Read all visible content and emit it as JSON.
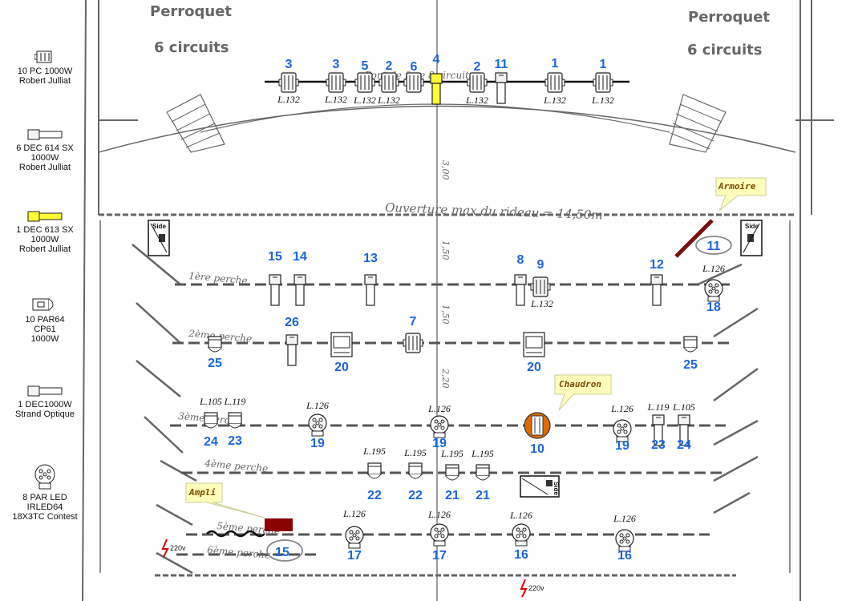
{
  "legend": [
    {
      "icon": "pc-fixture-icon",
      "lines": [
        "10 PC 1000W",
        "Robert Julliat"
      ]
    },
    {
      "icon": "profile-614-icon",
      "lines": [
        "6 DEC 614 SX",
        "1000W",
        "Robert Julliat"
      ]
    },
    {
      "icon": "profile-613-icon",
      "lines": [
        "1 DEC 613 SX",
        "1000W",
        "Robert Julliat"
      ]
    },
    {
      "icon": "par64-icon",
      "lines": [
        "10 PAR64",
        "CP61",
        "1000W"
      ]
    },
    {
      "icon": "profile-strand-icon",
      "lines": [
        "1 DEC1000W",
        "Strand Optique"
      ]
    },
    {
      "icon": "par-led-icon",
      "lines": [
        "8 PAR LED",
        "IRLED64",
        "18X3TC Contest"
      ]
    }
  ],
  "titles": {
    "left": [
      "Perroquet",
      "6 circuits"
    ],
    "right": [
      "Perroquet",
      "6 circuits"
    ]
  },
  "handwriting": {
    "curtain": "Ouverture max du rideau = 14,50m",
    "pont": "Pont de face 8 circuits",
    "perche1": "1ère perche",
    "perche2": "2ème perche",
    "perche3": "3ème perche",
    "perche4": "4ème perche",
    "perche5": "5ème perche",
    "perche6": "6ème perche",
    "dim1": "3,00",
    "dim2": "1,50",
    "dim3": "1,50",
    "dim4": "2,20"
  },
  "callouts": {
    "armoire": "Armoire",
    "chaudron": "Chaudron",
    "ampli": "Ampli"
  },
  "side_label": "Side",
  "power": "220v",
  "front_bridge": [
    {
      "num": "3",
      "gel": "L.132"
    },
    {
      "num": "3",
      "gel": "L.132"
    },
    {
      "num": "5",
      "gel": "L.132"
    },
    {
      "num": "2",
      "gel": "L.132"
    },
    {
      "num": "6",
      "gel": ""
    },
    {
      "num": "4",
      "gel": ""
    },
    {
      "num": "2",
      "gel": "L.132"
    },
    {
      "num": "11",
      "gel": ""
    },
    {
      "num": "1",
      "gel": "L.132"
    },
    {
      "num": "1",
      "gel": "L.132"
    }
  ],
  "perche1": [
    {
      "num": "15",
      "gel": ""
    },
    {
      "num": "14",
      "gel": ""
    },
    {
      "num": "13",
      "gel": ""
    },
    {
      "num": "8",
      "gel": ""
    },
    {
      "num": "9",
      "gel": "L.132"
    },
    {
      "num": "12",
      "gel": ""
    },
    {
      "num": "18",
      "gel": "L.126"
    }
  ],
  "perche2": [
    {
      "num": "25",
      "gel": ""
    },
    {
      "num": "26",
      "gel": ""
    },
    {
      "num": "20",
      "gel": ""
    },
    {
      "num": "7",
      "gel": ""
    },
    {
      "num": "20",
      "gel": ""
    },
    {
      "num": "25",
      "gel": ""
    }
  ],
  "perche3": [
    {
      "num": "24",
      "gel": "L.105"
    },
    {
      "num": "23",
      "gel": "L.119"
    },
    {
      "num": "19",
      "gel": "L.126"
    },
    {
      "num": "19",
      "gel": "L.126"
    },
    {
      "num": "10",
      "gel": ""
    },
    {
      "num": "19",
      "gel": "L.126"
    },
    {
      "num": "23",
      "gel": "L.119"
    },
    {
      "num": "24",
      "gel": "L.105"
    }
  ],
  "perche4": [
    {
      "num": "22",
      "gel": "L.195"
    },
    {
      "num": "22",
      "gel": "L.195"
    },
    {
      "num": "21",
      "gel": "L.195"
    },
    {
      "num": "21",
      "gel": "L.195"
    }
  ],
  "perche5": [
    {
      "num": "17",
      "gel": "L.126"
    },
    {
      "num": "17",
      "gel": "L.126"
    },
    {
      "num": "16",
      "gel": "L.126"
    },
    {
      "num": "16",
      "gel": "L.126"
    }
  ],
  "circled": [
    "11",
    "15"
  ]
}
